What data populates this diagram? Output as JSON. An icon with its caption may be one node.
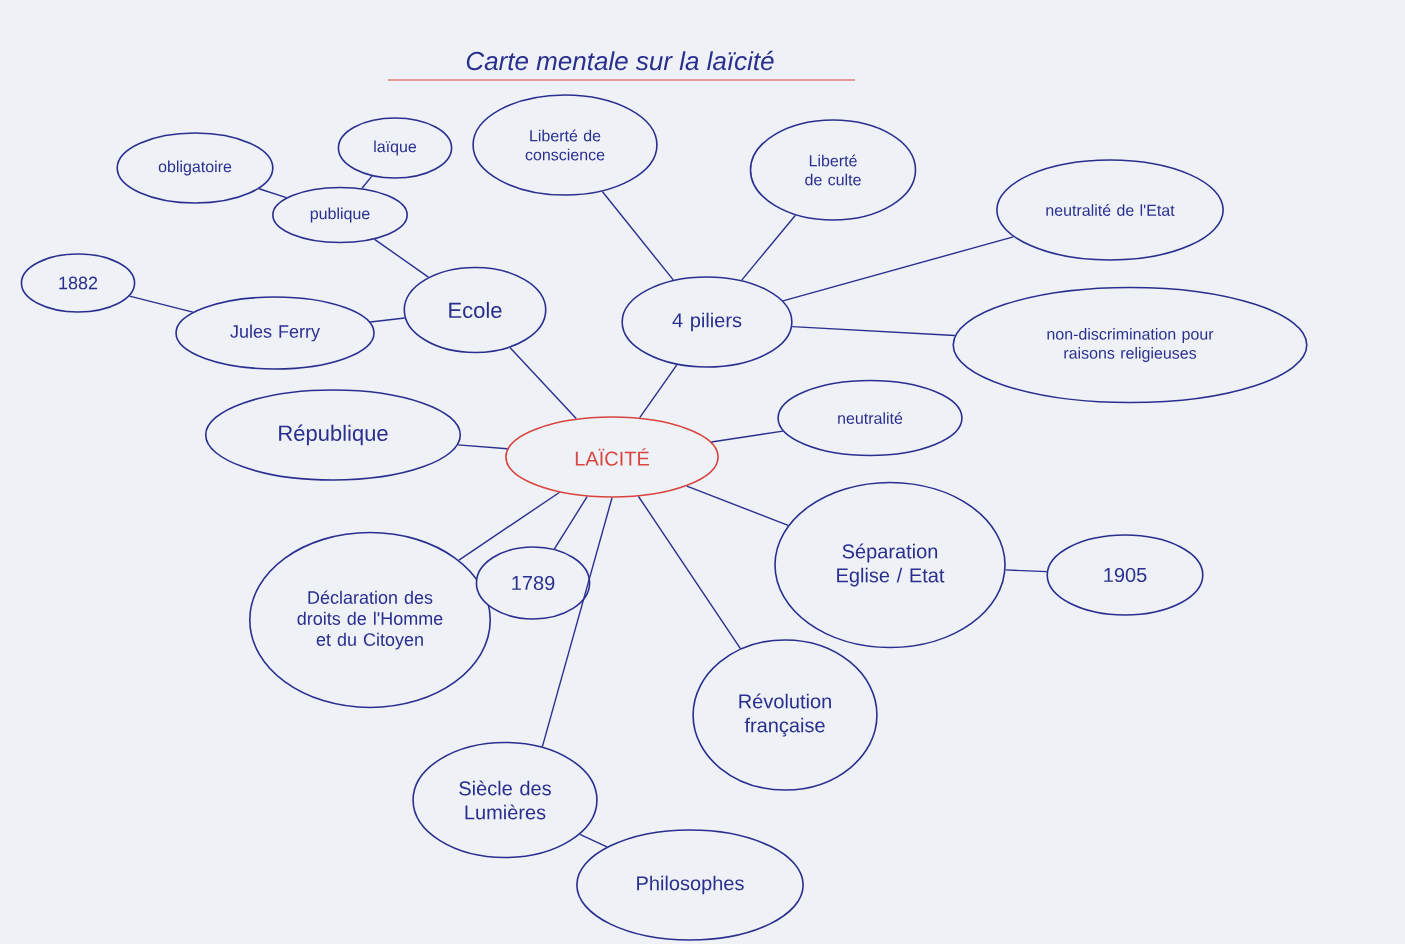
{
  "diagram": {
    "title": "Carte mentale sur la laïcité",
    "nodes": [
      {
        "text": [
          "LAÏCITÉ"
        ]
      },
      {
        "text": [
          "obligatoire"
        ]
      },
      {
        "text": [
          "laïque"
        ]
      },
      {
        "text": [
          "publique"
        ]
      },
      {
        "text": [
          "1882"
        ]
      },
      {
        "text": [
          "Jules Ferry"
        ]
      },
      {
        "text": [
          "Ecole"
        ]
      },
      {
        "text": [
          "République"
        ]
      },
      {
        "text": [
          "Liberté de conscience"
        ]
      },
      {
        "text": [
          "Liberté de culte"
        ]
      },
      {
        "text": [
          "4 piliers"
        ]
      },
      {
        "text": [
          "neutralité de l'Etat"
        ]
      },
      {
        "text": [
          "non-discrimination pour raisons religieuses"
        ]
      },
      {
        "text": [
          "neutralité"
        ]
      },
      {
        "text": [
          "Séparation Eglise / Etat"
        ]
      },
      {
        "text": [
          "1905"
        ]
      },
      {
        "text": [
          "Déclaration des droits de l'Homme et du Citoyen"
        ]
      },
      {
        "text": [
          "1789"
        ]
      },
      {
        "text": [
          "Révolution française"
        ]
      },
      {
        "text": [
          "Siècle des Lumières"
        ]
      },
      {
        "text": [
          "Philosophes"
        ]
      }
    ],
    "edges": [
      {
        "from": 0,
        "to": 6,
        "arrow": "none"
      },
      {
        "from": 0,
        "to": 7,
        "arrow": "none"
      },
      {
        "from": 0,
        "to": 10,
        "arrow": "none"
      },
      {
        "from": 0,
        "to": 13,
        "arrow": "none"
      },
      {
        "from": 0,
        "to": 14,
        "arrow": "none"
      },
      {
        "from": 0,
        "to": 16,
        "arrow": "none"
      },
      {
        "from": 0,
        "to": 17,
        "arrow": "none"
      },
      {
        "from": 0,
        "to": 18,
        "arrow": "none"
      },
      {
        "from": 0,
        "to": 19,
        "arrow": "none"
      },
      {
        "from": 6,
        "to": 3,
        "arrow": "none"
      },
      {
        "from": 3,
        "to": 1,
        "arrow": "none"
      },
      {
        "from": 3,
        "to": 2,
        "arrow": "none"
      },
      {
        "from": 6,
        "to": 5,
        "arrow": "none"
      },
      {
        "from": 5,
        "to": 4,
        "arrow": "none"
      },
      {
        "from": 10,
        "to": 8,
        "arrow": "none"
      },
      {
        "from": 10,
        "to": 9,
        "arrow": "none"
      },
      {
        "from": 10,
        "to": 11,
        "arrow": "none"
      },
      {
        "from": 10,
        "to": 12,
        "arrow": "none"
      },
      {
        "from": 14,
        "to": 15,
        "arrow": "none"
      },
      {
        "from": 19,
        "to": 20,
        "arrow": "none"
      }
    ]
  }
}
